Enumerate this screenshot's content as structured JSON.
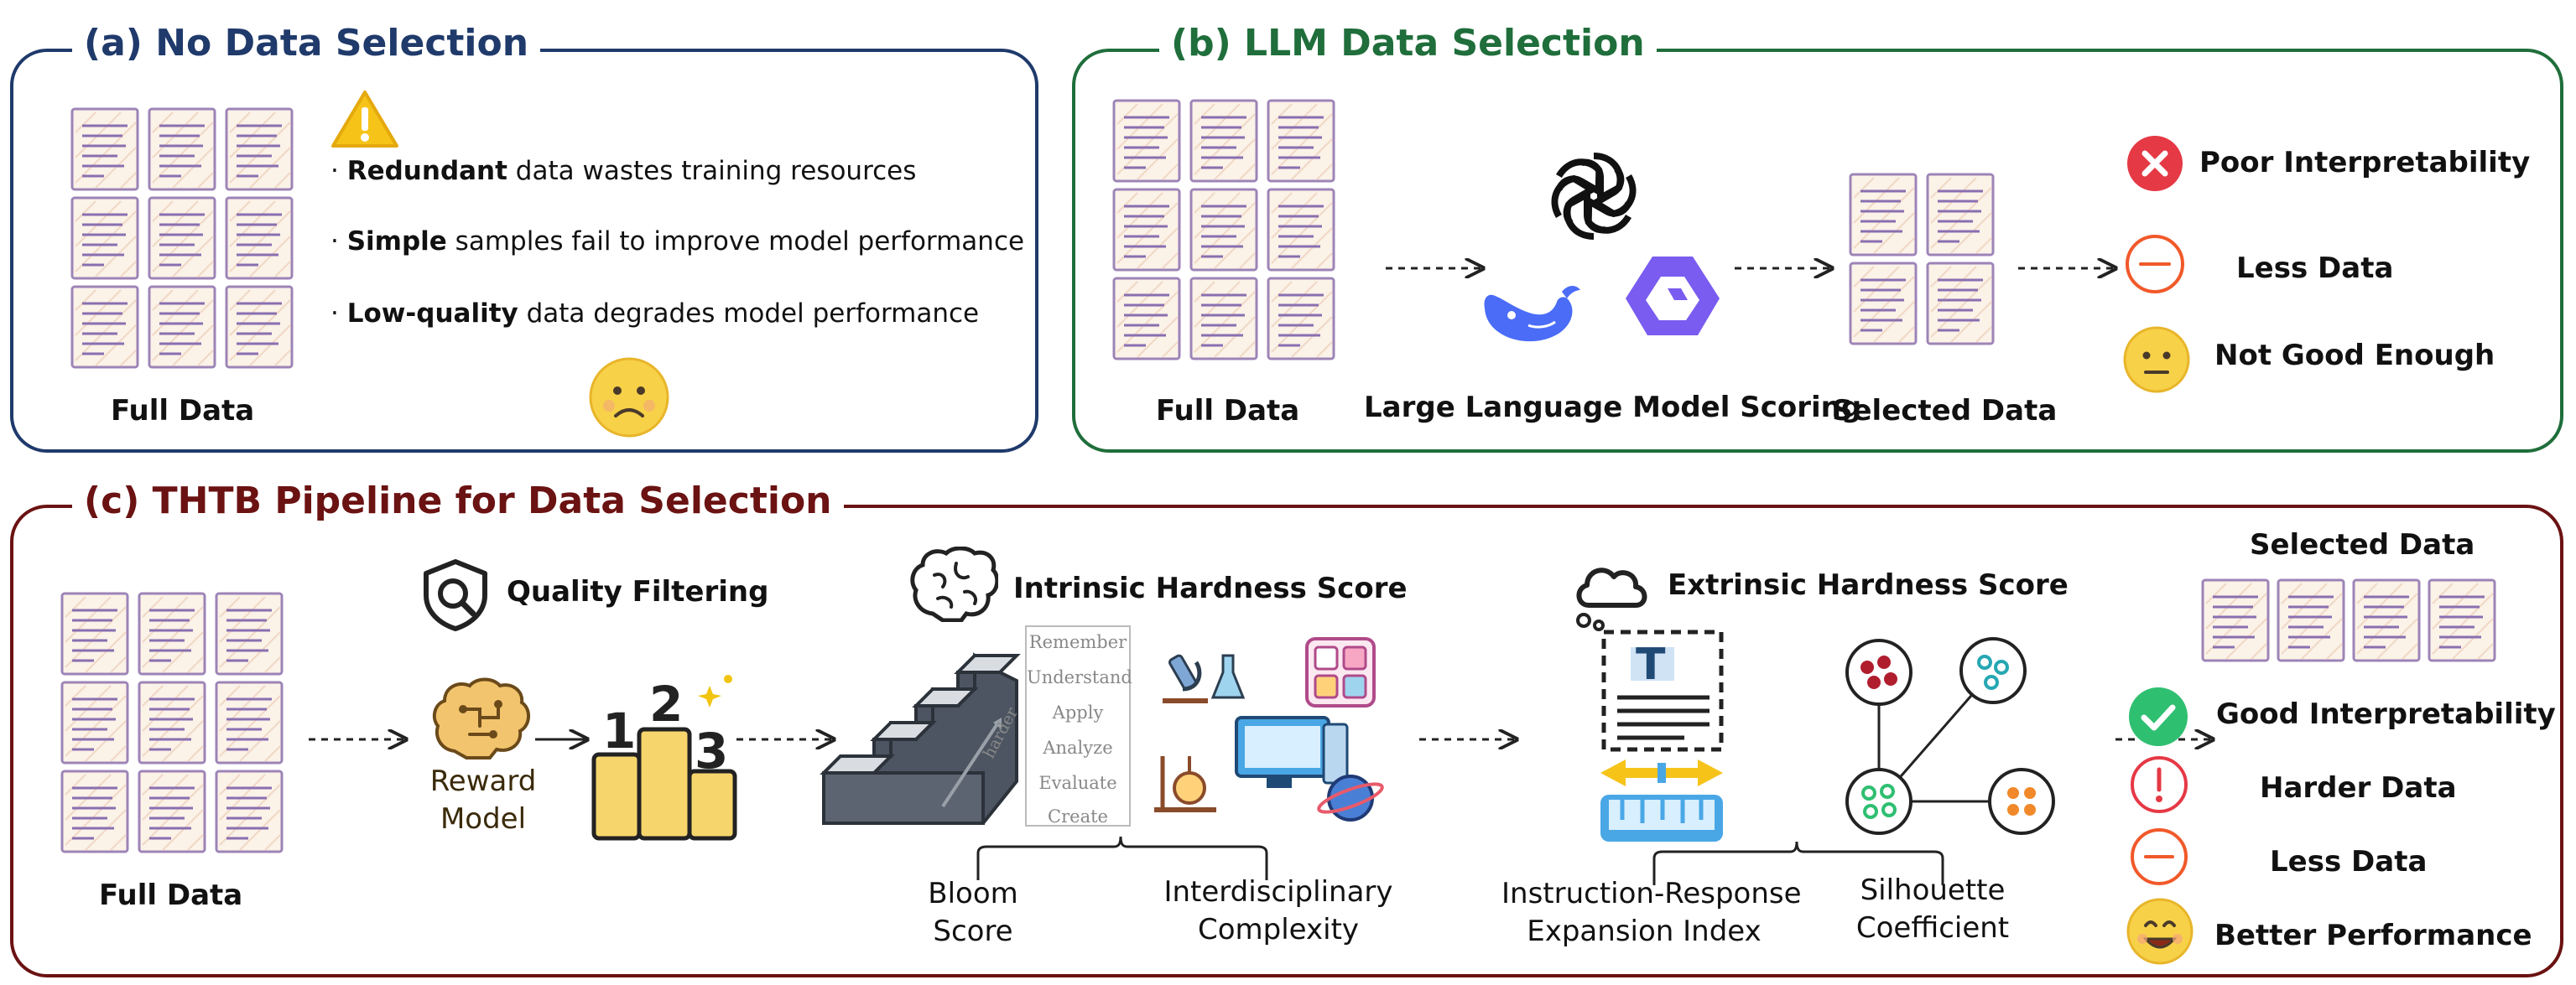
{
  "colors": {
    "panel_a": "#1f3a6b",
    "panel_b": "#1f6e3b",
    "panel_c": "#6b1212",
    "doc_border": "#9d84b7",
    "doc_line": "#8a6fb0",
    "doc_fill": "#fbf2e8",
    "warning": "#f6c319",
    "error_red": "#e53945",
    "minus_orange": "#f1592a",
    "check_green": "#2fbf71",
    "emoji_yellow": "#f7d148"
  },
  "panel_a": {
    "title": "(a) No Data Selection",
    "data_label": "Full Data",
    "bullets": [
      {
        "bold": "Redundant",
        "rest": " data wastes training resources"
      },
      {
        "bold": "Simple",
        "rest": " samples fail to improve model performance"
      },
      {
        "bold": "Low-quality",
        "rest": " data degrades model performance"
      }
    ],
    "icons": [
      "warning-icon",
      "sad-face-icon"
    ]
  },
  "panel_b": {
    "title": "(b) LLM Data Selection",
    "full_label": "Full Data",
    "scoring_label": "Large Language Model Scoring",
    "selected_label": "Selected Data",
    "outcomes": [
      "Poor Interpretability",
      "Less Data",
      "Not Good Enough"
    ],
    "icons": [
      "openai-logo-icon",
      "deepseek-whale-icon",
      "qwen-logo-icon",
      "cross-icon",
      "minus-icon",
      "neutral-face-icon"
    ]
  },
  "panel_c": {
    "title": "(c) THTB Pipeline for Data Selection",
    "full_label": "Full Data",
    "quality": {
      "title": "Quality Filtering",
      "reward_line1": "Reward",
      "reward_line2": "Model",
      "podium": [
        "1",
        "2",
        "3"
      ]
    },
    "intrinsic": {
      "title": "Intrinsic Hardness Score",
      "bloom_levels": [
        "Remember",
        "Understand",
        "Apply",
        "Analyze",
        "Evaluate",
        "Create"
      ],
      "stairs_label": "harder",
      "sub1_line1": "Bloom",
      "sub1_line2": "Score",
      "sub2_line1": "Interdisciplinary",
      "sub2_line2": "Complexity"
    },
    "extrinsic": {
      "title": "Extrinsic Hardness Score",
      "doc_glyph": "T",
      "sub1_line1": "Instruction-Response",
      "sub1_line2": "Expansion Index",
      "sub2_line1": "Silhouette",
      "sub2_line2": "Coefficient"
    },
    "selected_label": "Selected Data",
    "outcomes": [
      "Good Interpretability",
      "Harder Data",
      "Less Data",
      "Better Performance"
    ],
    "icons": [
      "shield-search-icon",
      "brain-icon",
      "cloud-icon",
      "check-icon",
      "exclamation-icon",
      "minus-icon",
      "happy-face-icon"
    ]
  }
}
